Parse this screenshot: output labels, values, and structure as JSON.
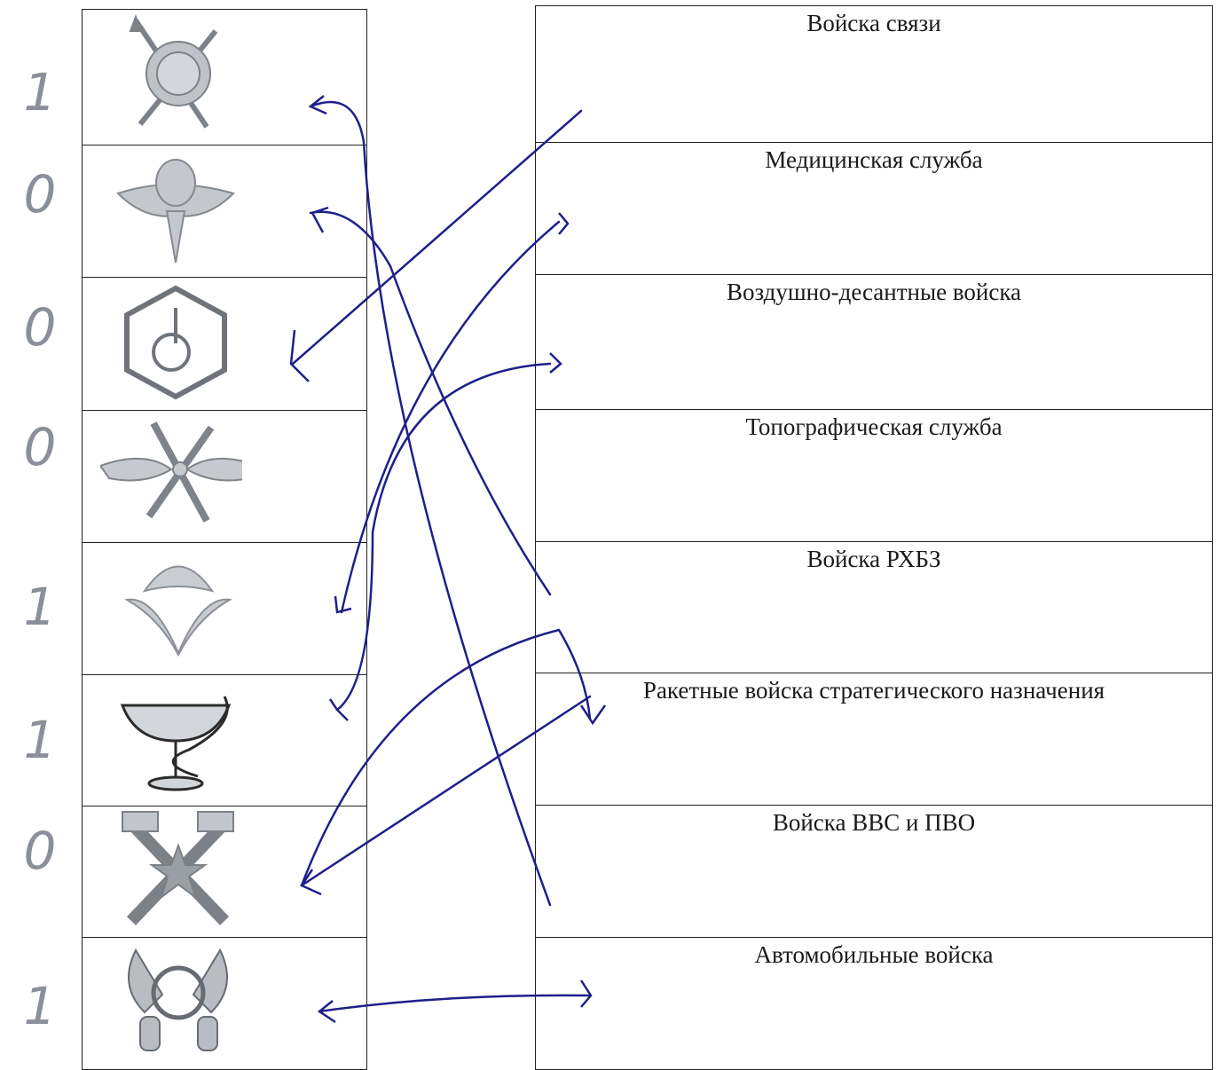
{
  "options": [
    {
      "label": "Войска связи"
    },
    {
      "label": "Медицинская служба"
    },
    {
      "label": "Воздушно-десантные войска"
    },
    {
      "label": "Топографическая служба"
    },
    {
      "label": "Войска РХБЗ"
    },
    {
      "label": "Ракетные войска стратегического назначения"
    },
    {
      "label": "Войска ВВС и ПВО"
    },
    {
      "label": "Автомобильные войска"
    }
  ],
  "emblems": [
    {
      "icon": "signal-corps-emblem-icon"
    },
    {
      "icon": "airborne-wings-emblem-icon"
    },
    {
      "icon": "chemical-defense-hexagon-emblem-icon"
    },
    {
      "icon": "air-force-propeller-wings-emblem-icon"
    },
    {
      "icon": "parachute-emblem-icon"
    },
    {
      "icon": "medical-bowl-snake-emblem-icon"
    },
    {
      "icon": "hammers-star-emblem-icon"
    },
    {
      "icon": "automobile-wheels-wings-emblem-icon"
    }
  ],
  "scores": [
    "1",
    "0",
    "0",
    "0",
    "1",
    "1",
    "0",
    "1"
  ],
  "ink_color": "#1f1f8a",
  "pencil_color": "#8a8f99"
}
